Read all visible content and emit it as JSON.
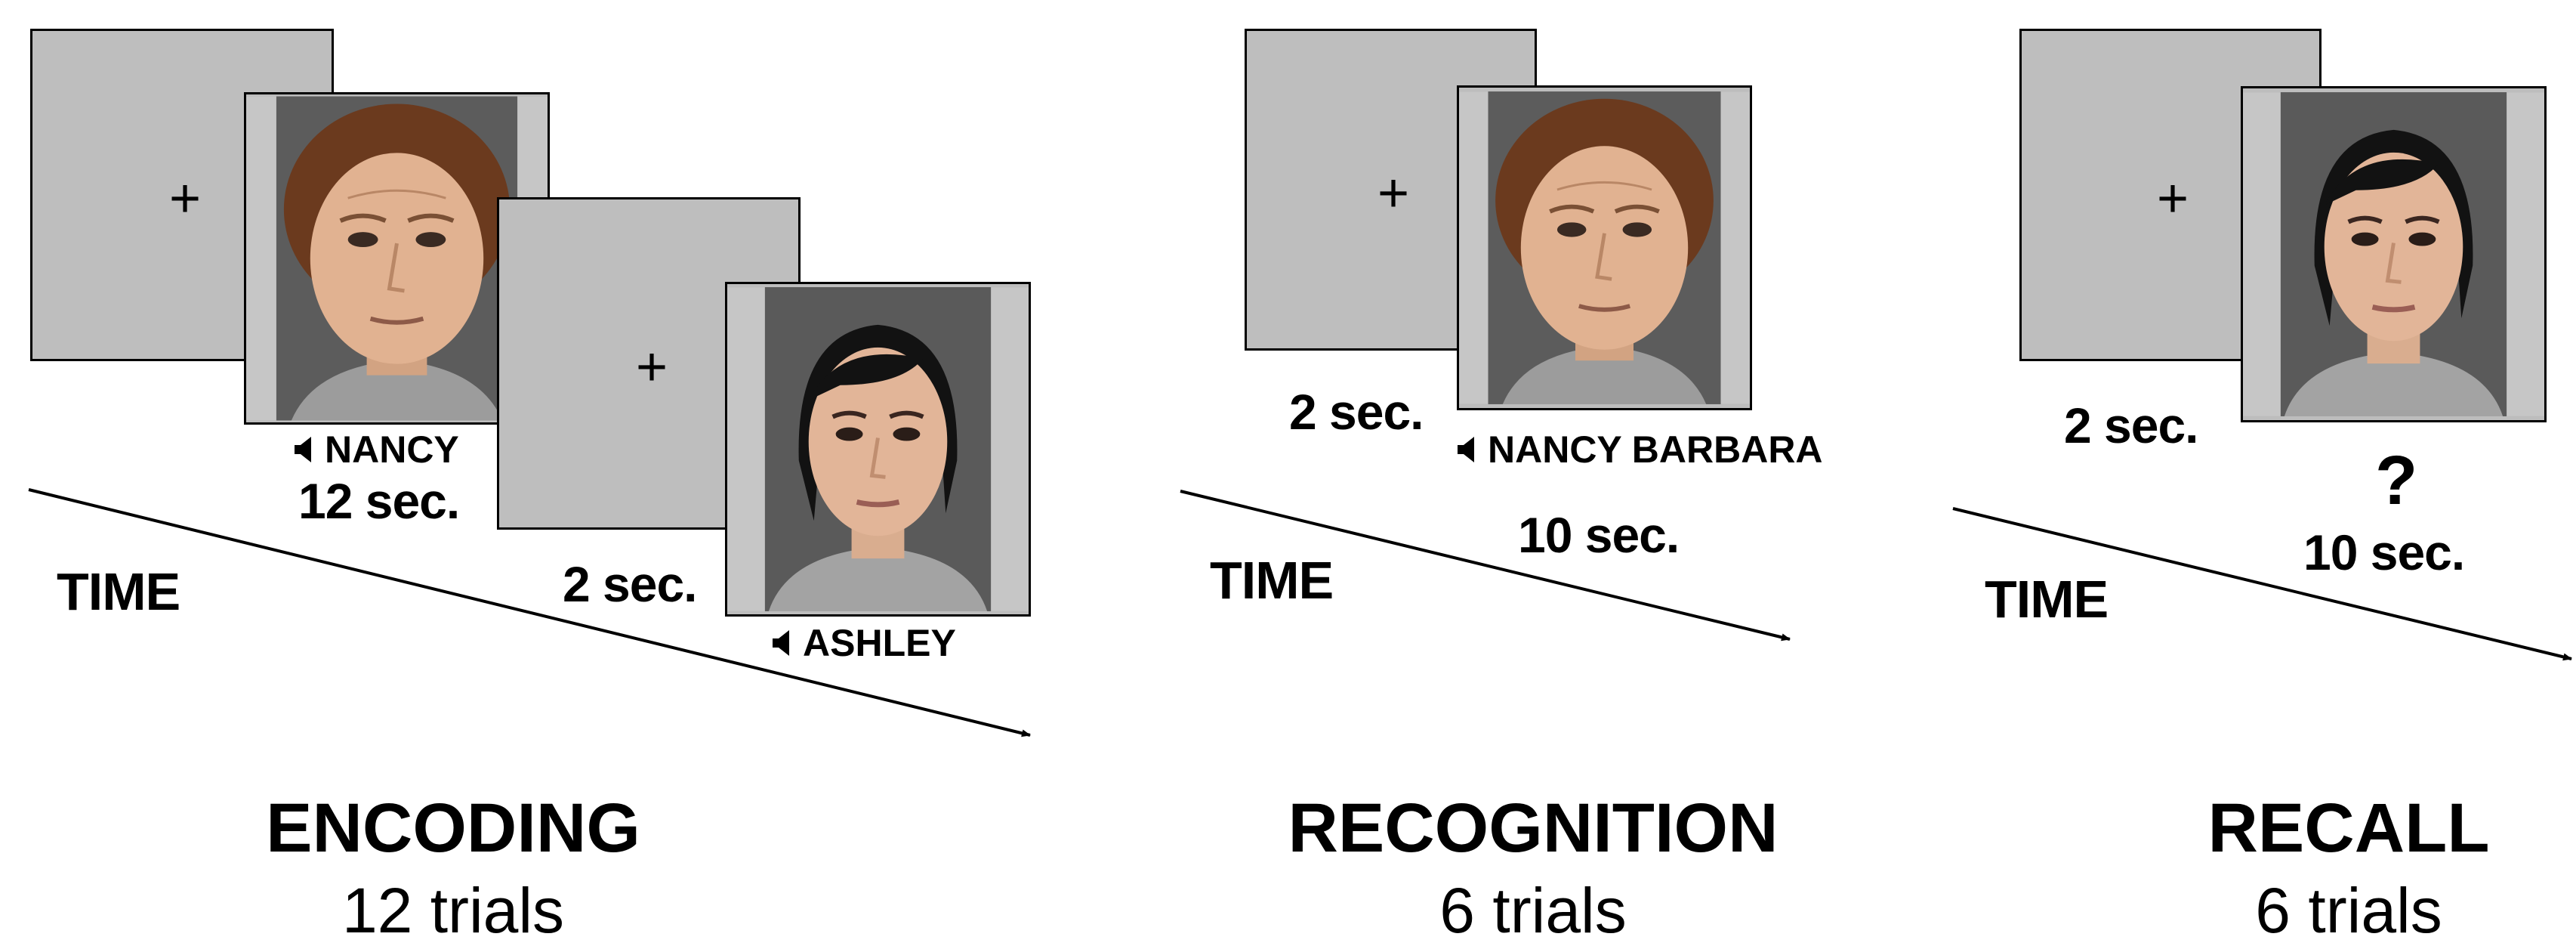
{
  "fixation_symbol": "+",
  "speaker_icon": "speaker-icon",
  "face_icon": "face-photo",
  "colors": {
    "screen": "#bebebe",
    "photo_bg": "#5a5a5a",
    "text": "#000000"
  },
  "encoding": {
    "title": "ENCODING",
    "trials": "12 trials",
    "time_label": "TIME",
    "duration_face": "12 sec.",
    "duration_fixation": "2 sec.",
    "name_1": "NANCY",
    "name_2": "ASHLEY"
  },
  "recognition": {
    "title": "RECOGNITION",
    "trials": "6 trials",
    "time_label": "TIME",
    "duration_fixation": "2 sec.",
    "duration_face": "10 sec.",
    "names": "NANCY BARBARA"
  },
  "recall": {
    "title": "RECALL",
    "trials": "6 trials",
    "time_label": "TIME",
    "duration_fixation": "2 sec.",
    "duration_face": "10 sec.",
    "prompt": "?"
  }
}
